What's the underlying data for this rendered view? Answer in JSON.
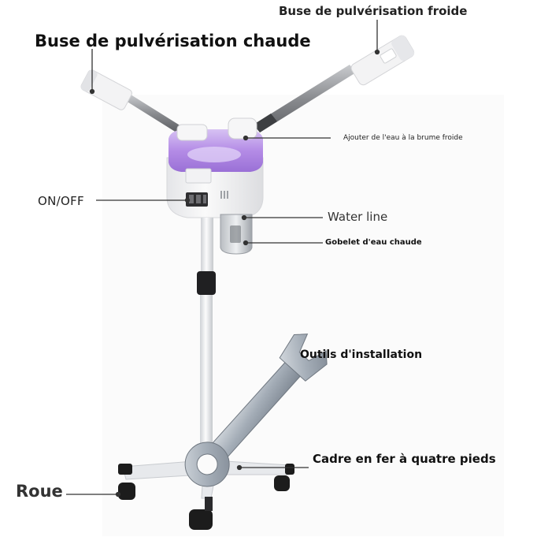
{
  "labels": {
    "hot_nozzle": "Buse de pulvérisation chaude",
    "cold_nozzle": "Buse de pulvérisation froide",
    "add_water_cold": "Ajouter de l'eau à la brume froide",
    "on_off": "ON/OFF",
    "water_line": "Water line",
    "hot_water_cup": "Gobelet d'eau chaude",
    "install_tools": "Outils d'installation",
    "frame": "Cadre en fer à quatre pieds",
    "wheel": "Roue"
  },
  "colors": {
    "tank_purple": "#b48ce6",
    "body_white": "#f4f4f6",
    "pole": "#e9ebee",
    "arm_metal": "#8d8f93",
    "wrench": "#aab3bd",
    "wheel": "#1c1c1c",
    "leader_line": "#333333"
  }
}
